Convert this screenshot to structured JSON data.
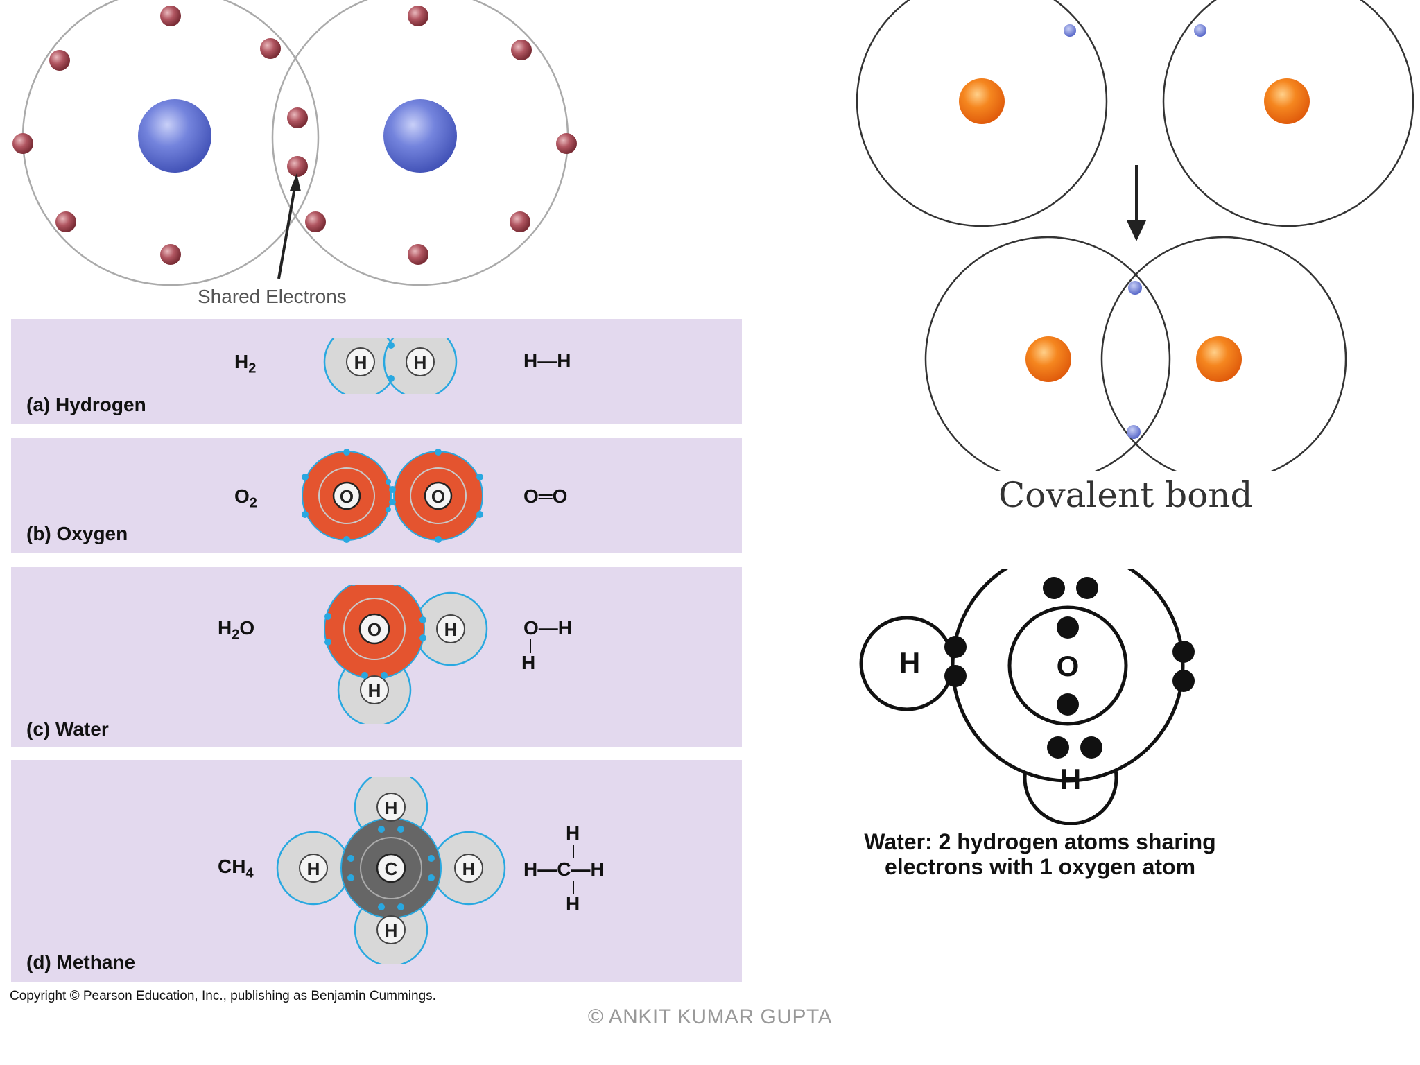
{
  "top_left": {
    "shared_label": "Shared Electrons"
  },
  "panels": [
    {
      "name": "(a) Hydrogen",
      "formula": "H",
      "formula_sub": "2",
      "structural": "H—H",
      "atom_label": "H"
    },
    {
      "name": "(b) Oxygen",
      "formula": "O",
      "formula_sub": "2",
      "structural": "O═O",
      "atom_label": "O"
    },
    {
      "name": "(c)  Water",
      "formula_a": "H",
      "formula_sub": "2",
      "formula_b": "O",
      "structural_top": "O—H",
      "structural_bottom": "H",
      "atom_o": "O",
      "atom_h": "H"
    },
    {
      "name": "(d) Methane",
      "formula": "CH",
      "formula_sub": "4",
      "structural_center": "H—C—H",
      "structural_top": "H",
      "structural_bottom": "H",
      "atom_c": "C",
      "atom_h": "H"
    }
  ],
  "copyright": "Copyright © Pearson Education, Inc., publishing as Benjamin Cummings.",
  "watermark": "© ANKIT KUMAR GUPTA",
  "covalent": {
    "label": "Covalent bond"
  },
  "water_diagram": {
    "h_label": "H",
    "o_label": "O",
    "caption_line1": "Water: 2 hydrogen atoms sharing",
    "caption_line2": "electrons with 1 oxygen atom"
  },
  "colors": {
    "panel_bg": "#e3d9ee",
    "nucleus_blue": "#6f7fd6",
    "electron_red": "#a84a55",
    "oxygen_orange": "#e4542f",
    "shell_cyan": "#29a8e0",
    "carbon_gray": "#666666",
    "nucleus_orange": "#f07d1a"
  }
}
